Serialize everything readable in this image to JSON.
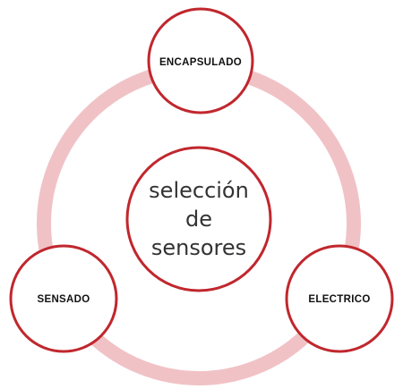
{
  "diagram": {
    "center": {
      "lines": [
        "selección",
        "de",
        "sensores"
      ]
    },
    "nodes": [
      {
        "key": "top",
        "label": "ENCAPSULADO"
      },
      {
        "key": "left",
        "label": "SENSADO"
      },
      {
        "key": "right",
        "label": "ELECTRICO"
      }
    ],
    "colors": {
      "ring": "#f0c2c6",
      "node_border": "#c0272d",
      "node_fill": "#ffffff",
      "text": "#111111",
      "center_text": "#333333"
    }
  }
}
